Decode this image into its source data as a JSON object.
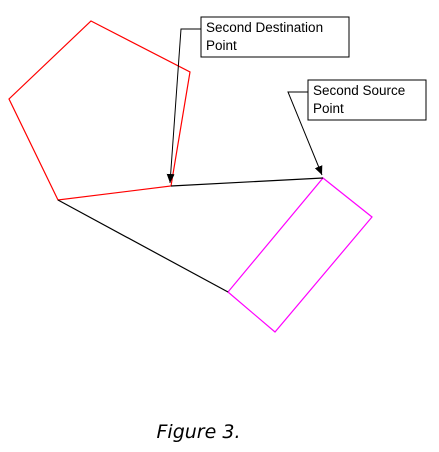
{
  "callouts": {
    "destination": {
      "line1": "Second Destination",
      "line2": "Point"
    },
    "source": {
      "line1": "Second Source",
      "line2": "Point"
    }
  },
  "caption": "Figure 3.",
  "colors": {
    "pentagon": "#ff0000",
    "rectangle": "#ff00ff",
    "connector": "#000000",
    "callout_border": "#000000"
  }
}
